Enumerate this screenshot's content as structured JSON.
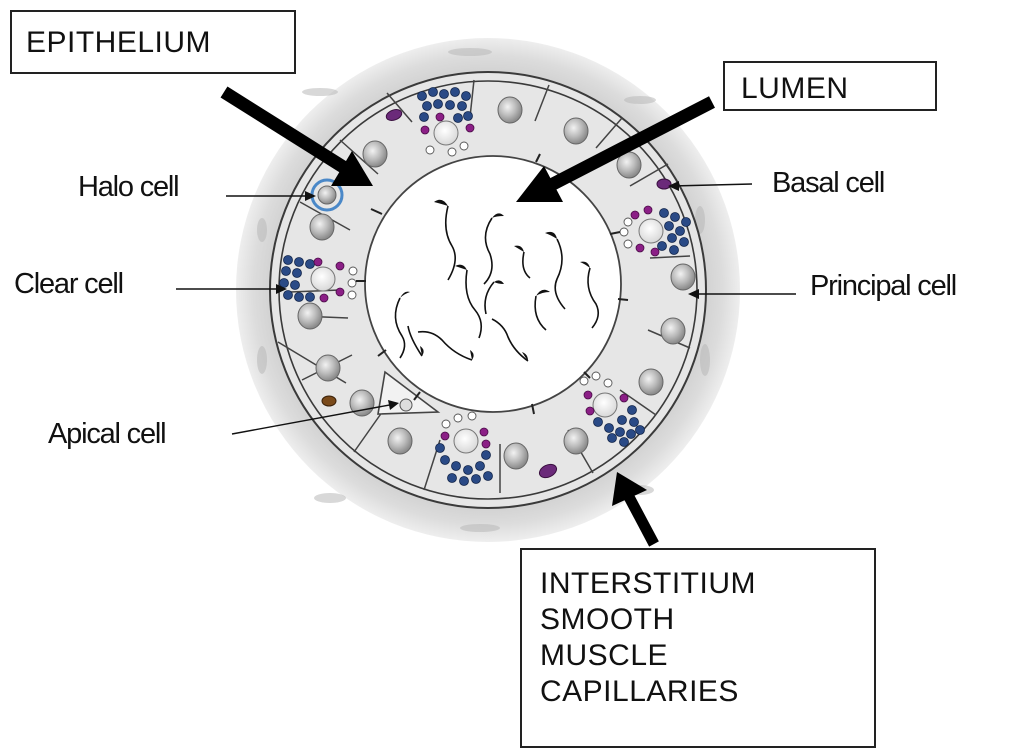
{
  "boxes": {
    "epithelium": "EPITHELIUM",
    "lumen": "LUMEN",
    "interstitium_lines": [
      "INTERSTITIUM",
      "SMOOTH",
      "MUSCLE",
      "CAPILLARIES"
    ]
  },
  "cell_labels": {
    "halo": "Halo cell",
    "clear": "Clear cell",
    "apical": "Apical cell",
    "basal": "Basal cell",
    "principal": "Principal cell"
  },
  "colors": {
    "outline": "#333333",
    "interstitium_fill": "#d6d6d6",
    "epithelium_fill": "#e6e6e6",
    "lumen_fill": "#ffffff",
    "granule_blue": "#2a4a86",
    "granule_purple": "#8b1f86",
    "halo_ring": "#4a88c8",
    "basal_nucleus": "#6b2a7a",
    "apical_nucleus": "#7a4a1a",
    "arrow": "#000000"
  }
}
